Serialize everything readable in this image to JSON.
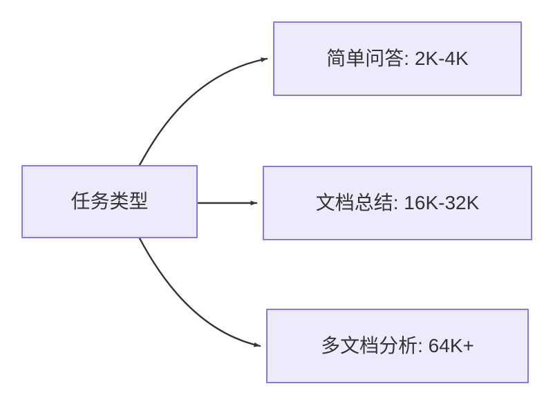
{
  "diagram": {
    "type": "flowchart",
    "direction": "left-to-right",
    "theme": {
      "node_fill": "#ECEAFB",
      "node_border": "#8B78DD",
      "text_color": "#333333",
      "edge_color": "#333333",
      "background": "#FFFFFF"
    },
    "root": {
      "id": "task-type",
      "label": "任务类型"
    },
    "branches": [
      {
        "id": "simple-qa",
        "label": "简单问答: 2K-4K",
        "task": "简单问答",
        "range": "2K-4K",
        "edge_style": "curved"
      },
      {
        "id": "doc-summary",
        "label": "文档总结: 16K-32K",
        "task": "文档总结",
        "range": "16K-32K",
        "edge_style": "straight"
      },
      {
        "id": "multi-doc",
        "label": "多文档分析: 64K+",
        "task": "多文档分析",
        "range": "64K+",
        "edge_style": "curved"
      }
    ]
  }
}
